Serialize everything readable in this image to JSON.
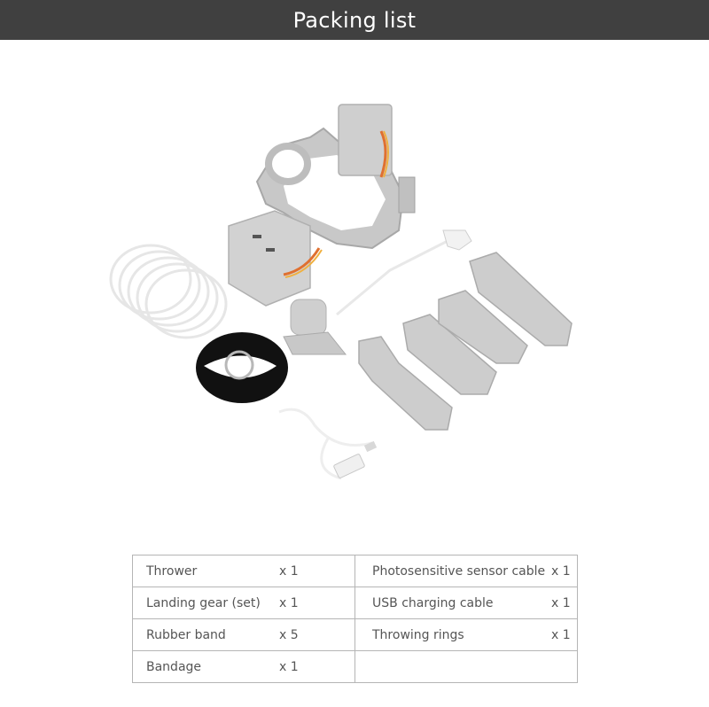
{
  "header": {
    "title": "Packing list",
    "background": "#404040",
    "text_color": "#ffffff"
  },
  "product_image": {
    "description": "Drone payload thrower kit: gray thrower frame with servo box and orange wire, photosensitive sensor cable, four gray landing gear legs, white rubber bands, black bandage with metal ring, white USB charging cable"
  },
  "packing_list": {
    "rows": [
      {
        "left": {
          "name": "Thrower",
          "qty": "x 1"
        },
        "right": {
          "name": "Photosensitive sensor cable",
          "qty": "x 1"
        }
      },
      {
        "left": {
          "name": "Landing gear (set)",
          "qty": "x 1"
        },
        "right": {
          "name": "USB charging cable",
          "qty": "x 1"
        }
      },
      {
        "left": {
          "name": "Rubber band",
          "qty": "x 5"
        },
        "right": {
          "name": "Throwing rings",
          "qty": "x 1"
        }
      },
      {
        "left": {
          "name": "Bandage",
          "qty": "x 1"
        },
        "right": {
          "name": "",
          "qty": ""
        }
      }
    ],
    "border_color": "#b5b5b5",
    "text_color": "#555555"
  }
}
